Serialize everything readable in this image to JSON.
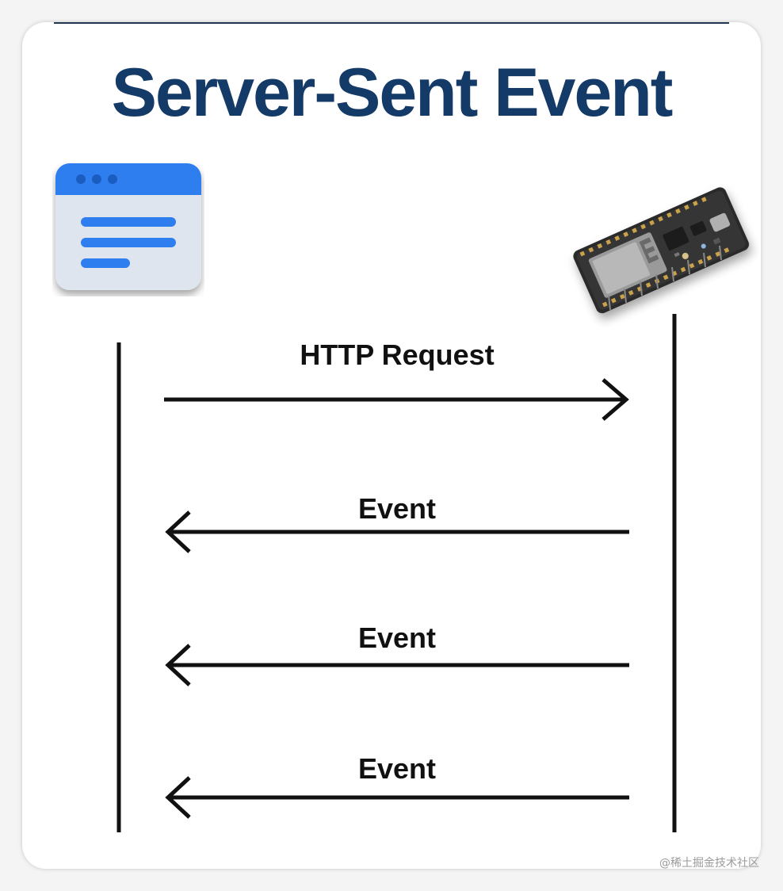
{
  "title": "Server-Sent Event",
  "participants": {
    "client": {
      "icon": "browser-window-icon"
    },
    "server": {
      "icon": "esp8266-board-icon"
    }
  },
  "messages": [
    {
      "label": "HTTP Request",
      "direction": "client-to-server"
    },
    {
      "label": "Event",
      "direction": "server-to-client"
    },
    {
      "label": "Event",
      "direction": "server-to-client"
    },
    {
      "label": "Event",
      "direction": "server-to-client"
    }
  ],
  "watermark": "@稀土掘金技术社区",
  "colors": {
    "title": "#143a68",
    "browser_header": "#2f7ef0",
    "browser_body": "#dfe5ee",
    "browser_lines": "#2f7ef0",
    "lifeline": "#111111",
    "board": "#2b2b2b"
  }
}
